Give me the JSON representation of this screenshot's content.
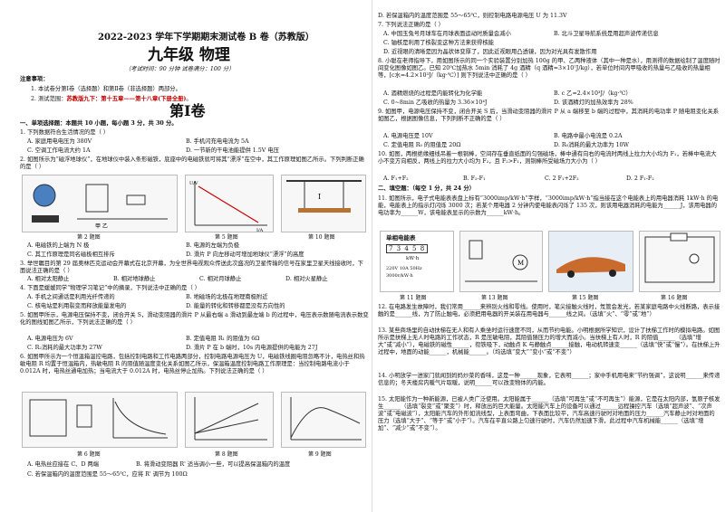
{
  "header": {
    "title": "2022-2023 学年下学期期末测试卷 B 卷（苏教版）",
    "subtitle": "九年级  物理",
    "exam_info": "（考试时间：90 分钟   试卷满分：100 分）",
    "notice_title": "注意事项：",
    "notice1": "1.  本试卷分第Ⅰ卷（选择题）和第Ⅱ卷（非选择题）两部分。",
    "notice2_a": "2.  测试范围：",
    "notice2_b": "苏教版九下：第十五章——第十八章(下册全册)",
    "notice2_c": "。",
    "part1": "第Ⅰ卷"
  },
  "left": {
    "sec1": "一、单项选择题：本题共 10 小题，每小题 3 分，共 30 分。",
    "q1": "1.  下列数据符合生活情况的是（        ）",
    "q1a": "A.  家庭用电电压为 380V",
    "q1b": "B.  手机闪充电电流为 5A",
    "q1c": "C.  空调工作电流大约 1A",
    "q1d": "D.  一节新的干电池能提供 1.5V 电压",
    "q2": "2.  如图所示为“磁浮地球仪”，在地球仪中装入条形磁铁，底座中的电磁铁就可将其“漂浮”在空中，其工作原理如图乙所示。下列判断正确的是（        ）",
    "fig2": "第 2 题图",
    "fig5": "第 5 题图",
    "fig10": "第 10 题图",
    "q2a": "A.  电磁铁的上端为 N 极",
    "q2b": "B.  电源的左端为负极",
    "q2c": "C.  其工作原理是同名磁极相互排斥",
    "q2d": "D.  滑片 P 向左移动可增加地球仪“漂浮”的高度",
    "q3": "3.  举世瞩目的第 29 届奥林匹克运动会开幕式在北京开幕，为全世界电视观众传送此次盛况的卫星传输的信号在家里卫星天线接收时，下面说法正确的是（        ）",
    "q3a": "A.  相对太阳静止",
    "q3b": "B.  相对地球静止",
    "q3c": "C.  相对月球静止",
    "q3d": "D.  相对火星静止",
    "q4": "4.  下面是媛媛同学“物理学习笔记”中的摘录，下列说法中正确的是（        ）",
    "q4a": "A.  手机之间通话是利用光纤传递的",
    "q4b": "B.  地磁场的北极在地理南极附近",
    "q4c": "C.  核电站是利用裂变而释放能量发电的",
    "q4d": "D.  能量的转化和转移都是没有方向性的",
    "q5": "5.  如图甲所示，电源电压保持不变，闭合开关 S，滑动变阻器的滑片 P 从最右端 a 滑动到最左端 b 的过程中，电压表示数随电流表示数变化的图线如图乙所示，下列说法正确的是（        ）",
    "q5a": "A.  电源电压为 6V",
    "q5b": "B.  定值电阻 R₁ 的阻值为 6Ω",
    "q5c": "C.  R₂消耗的最大功率为 27W",
    "q5d": "D.  滑片 P 在 b 端时，10s 内电源提供的电能为 27J",
    "q6": "6.  如图甲所示为一个恒温箱温控电路，包括控制电路和工作电路两部分，控制电路电源电压为 U，电磁铁线圈电阻忽略不计，电热丝和热敏电阻 R 均置于恒温箱内，热敏电阻 R 的阻值随温度变化关系如图乙所示，保温箱温度控制电路工作原理是：当控制电路电流小于 0.012A 时，电热丝通电加热；当电流大于 0.012A 时，电热丝停止加热。下列说法正确的是（        ）",
    "fig6": "第 6 题图",
    "fig8": "第 8 题图",
    "fig9": "第 9 题图",
    "q6a": "A.  电热丝应接在 C、D 两端",
    "q6b": "B.  将滑动变阻器 R' 适当调小一些，可以提高保温箱内的温度",
    "q6c": "C.  若保温箱内的温度范围是 55～65℃，应将 R' 调节为 100Ω"
  },
  "right": {
    "q6d": "D.  若保温箱内的温度范围是 55～65℃，则控制电路电源电压 U 为 11.3V",
    "q7": "7.  下列说法正确的是（        ）",
    "q7a": "A.  中国玉兔号月球车在月球表面运动时质量会减小",
    "q7b": "B.  北斗卫星导航系统是用超声波传递信息",
    "q7c": "C.  铀核是利用了核裂变这种方法来获得核能",
    "q7d": "D.  近视眼的清晰是因为晶状体变厚了，因此近视眼用凸透镜，因为对光具有发散作用",
    "q8": "8.  小聪在老师指导下，用如图所示的同一个实验装置分别加热 100g 的甲、乙两种液体（其中一种是水），用测得的数据绘制了温度随时间变化图像如图乙。已知 20℃加热水 5min 消耗了 4g 酒精（q 酒精=3×10⁷J/kg），若单位时间内甲吸收的热量与乙吸收的热量相等，[c水=4.2×10³J/（kg·℃）] 则下列说法中正确的是（        ）",
    "q8a": "A.  酒精燃烧的过程是内能转化为化学能",
    "q8b": "B.  c 乙=2.4×10³J/（kg·℃）",
    "q8c": "C.  0~8min 乙吸收的热量为 3.36×10⁴J",
    "q8d": "D.  该酒精灯的加热效率为 28%",
    "q9": "9.  如图甲，电源电压保持不变，闭合开关 S 后，当滑动变阻器的滑片 P 从 a 端移至 b 端的过程中，其消耗的电功率 P 随电阻变化关系如图乙，根据图像信息，下列判断不正确的是（        ）",
    "q9a": "A.  电源电压是 10V",
    "q9b": "B.  电路中最小电流是 0.2A",
    "q9c": "C.  定值电阻 R₀ 的阻值是 20Ω",
    "q9d": "D.  R₀消耗的最大功率为 10W",
    "q10": "10.  如图，两根绝缘细线吊着一根铜棒，空间存在垂直纸面的匀强磁场，棒中通有向右的电流时两线上拉力大小均为 F₁，若棒中电流大小不变方向相反，两线上的拉力大小均为 F₂，且 F₂>F₁，则铜棒所受磁场力大小为（        ）",
    "q10a": "A.  F₁+F₂",
    "q10b": "B.  F₂-F₁",
    "q10c": "C.  2 F₁+2F₂",
    "q10d": "D.  2 F₁-F₂",
    "sec2": "二、填空题：（每空 1 分，共 24 分）",
    "q11": "11.  如图所示，电子式电能表表盘上标有“3000imp/kW·h”字样，“3000imp/kW·h”指当接在这个电能表上的用电器消耗 1kW·h 的电能，电能表上的指示灯闪烁 3000 次；若某个用电器 2 分钟内使电能表闪烁了 135 次，则该用电器消耗的电能为______J，该用电器的电功率为______W，该电能表显示的示数为______kW·h。",
    "fig11": "第 11 题图",
    "fig13": "第 13 题图",
    "fig15": "第 15 题图",
    "fig16": "第 16 题图",
    "meter_title": "单相电能表",
    "meter_reading": "7 3 4 5 8",
    "meter_unit": "kW·h",
    "meter_spec1": "220V 10A 50Hz",
    "meter_spec2": "3000r/kW·h",
    "q12": "12.  在电路发生故障时，我们常用______来辨别火线和零线。使用时，笔尖接触火线时，氖管会发光，若某家庭电路中火线断路，表示接触的是______线，为了防止触电，必须把用电器的开关装在用电器与______线之间。（选填“火”、“零”或“地”）",
    "q13": "13.  某些商场里的自动扶梯在无人和有人乘坐时运行速度不同，从而节约电能。小明根据所学知识，设计了扶梯工作时的模拟电路。如图所示是扶梯上无人时电路的工作状态，R 是压敏电阻，其阻值随压力的增大而减小。当扶梯上有人时，R 的阻值______（选填“增大”或“减小”），电磁铁的磁性______，衔铁吸下，动触点 K 与静触点______接触，电动机转速变______（选填“快”或“慢”）。在扶梯上升过程中，地面的动能______，机械能______。（均选填“变大”“变小”或“不变”）",
    "q14": "14.  小明放学一进家门就闻到妈妈炒菜的香味，这是一种______现象，它表明______；家中手机用电来“节约强调”，这说明______来传递信息的；冬天楼房内暖气片取暖，说明______可以改变物体的内能。",
    "q15": "15.  太阳能作为一种新能源，已被人类广泛使用。太阳能属于______（选填“可再生”或“不可再生”）能源，它是在太阳内部，氢原子核发生______（选填“裂变”或“聚变”）时，释放出的巨大能量。太阳能汽车上的设备可以通过______远程操控汽车（选填“超声波”、“次声波”或“电磁波”），太阳能汽车的外形如流线型，上表面弯曲，下表面比较平，汽车高速行驶时对地面的压力______汽车静止时对地面的压力（选填“大于”、“等于”或“小于”）。汽车在平直公路上匀速行驶时，汽车仍然加速下滑，此过程中汽车机械能______（选填“增加”、“减少”或“不变”）。"
  }
}
